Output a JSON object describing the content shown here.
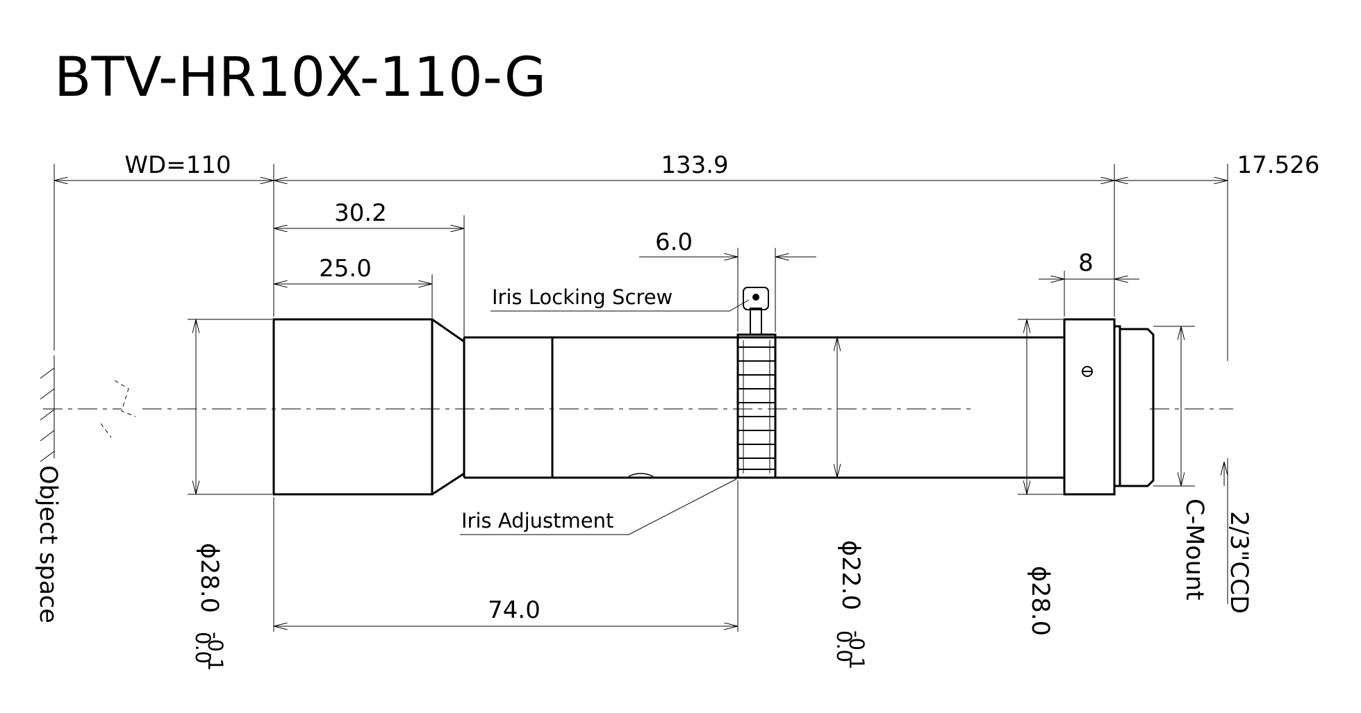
{
  "title": "BTV-HR10X-110-G",
  "dimensions": {
    "wd": "WD=110",
    "overall_length": "133.9",
    "back_focal": "17.526",
    "front_section": "30.2",
    "front_barrel": "25.0",
    "iris_ring_width": "6.0",
    "mount_width": "8",
    "iris_position": "74.0"
  },
  "callouts": {
    "iris_locking_screw": "Iris Locking Screw",
    "iris_adjustment": "Iris Adjustment"
  },
  "vertical_labels": {
    "object_space": "Object space",
    "front_diameter": "ϕ28.0",
    "front_diameter_tol": "-0.1",
    "front_diameter_tol_up": "0.0",
    "barrel_diameter": "ϕ22.0",
    "barrel_diameter_tol": "-0.1",
    "barrel_diameter_tol_up": "0.0",
    "rear_diameter": "ϕ28.0",
    "c_mount": "C-Mount",
    "sensor": "2/3\"CCD"
  }
}
